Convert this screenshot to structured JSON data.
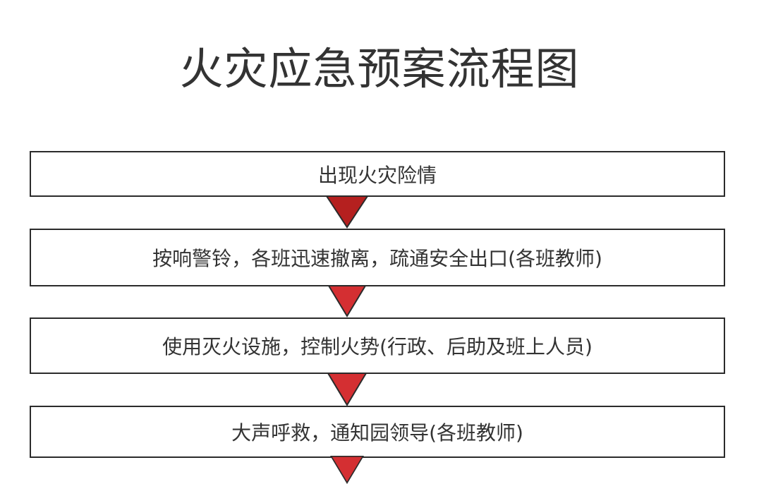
{
  "title": "火灾应急预案流程图",
  "colors": {
    "arrow_fill": "#c8282c",
    "arrow_stroke": "#2b2b2b",
    "box_border": "#2b2b2b",
    "text": "#333333"
  },
  "steps": [
    {
      "label": "出现火灾险情"
    },
    {
      "label": "按响警铃，各班迅速撤离，疏通安全出口(各班教师)"
    },
    {
      "label": "使用灭火设施，控制火势(行政、后助及班上人员)"
    },
    {
      "label": "大声呼救，通知园领导(各班教师)"
    }
  ]
}
